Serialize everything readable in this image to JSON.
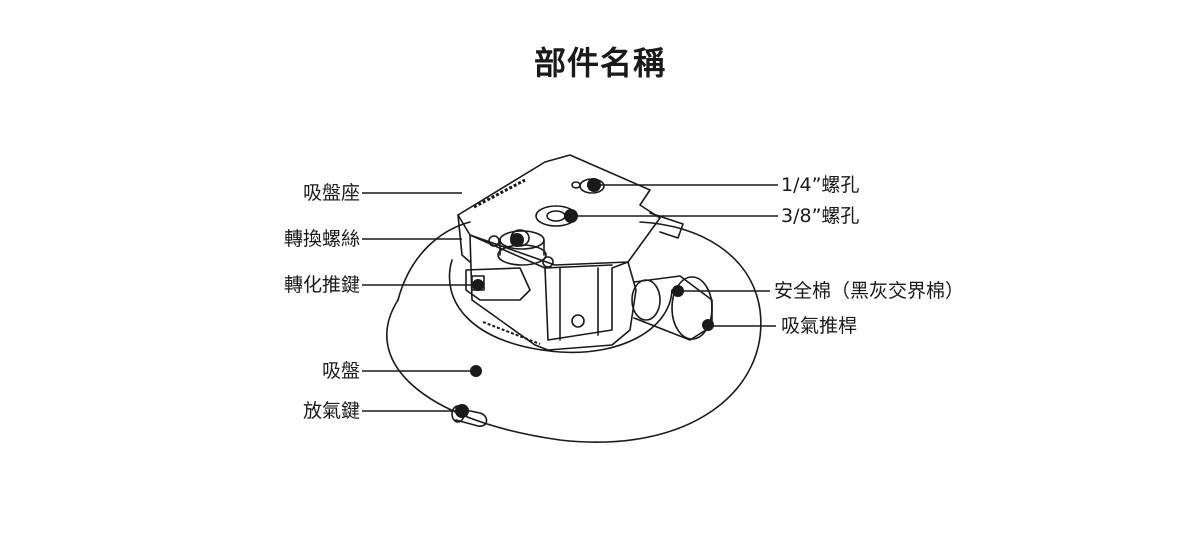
{
  "title": "部件名稱",
  "labels": {
    "suction_base": "吸盤座",
    "rotate_screw": "轉換螺絲",
    "rotate_push_key": "轉化推鍵",
    "suction_cup": "吸盤",
    "release_key": "放氣鍵",
    "hole_quarter": "1/4”螺孔",
    "hole_three_eighths": "3/8”螺孔",
    "safety_foam": "安全棉（黑灰交界棉）",
    "air_plunger": "吸氣推桿"
  },
  "colors": {
    "line": "#1a1a1a",
    "background": "#ffffff"
  }
}
